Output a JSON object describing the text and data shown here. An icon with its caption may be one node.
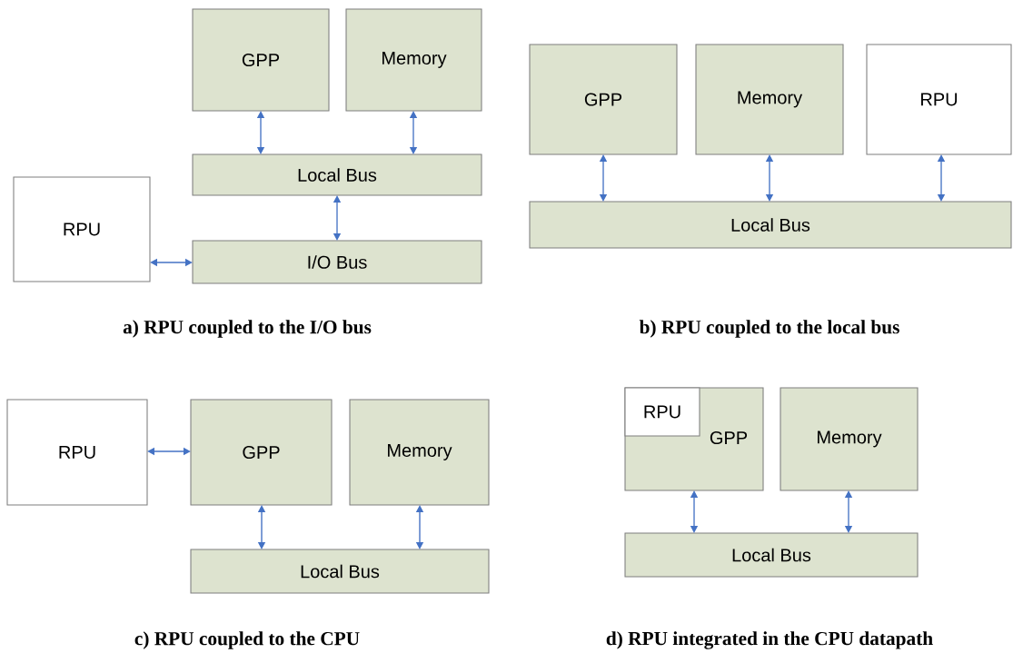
{
  "diagram": {
    "nodes": [
      {
        "text": [
          "GPP"
        ]
      },
      {
        "text": [
          "Memory"
        ]
      },
      {
        "text": [
          "Local Bus"
        ]
      },
      {
        "text": [
          "RPU"
        ]
      },
      {
        "text": [
          "I/O Bus"
        ]
      },
      {
        "text": [
          "GPP"
        ]
      },
      {
        "text": [
          "Memory"
        ]
      },
      {
        "text": [
          "RPU"
        ]
      },
      {
        "text": [
          "Local Bus"
        ]
      },
      {
        "text": [
          "RPU"
        ]
      },
      {
        "text": [
          "GPP"
        ]
      },
      {
        "text": [
          "Memory"
        ]
      },
      {
        "text": [
          "Local Bus"
        ]
      },
      {
        "text": [
          "GPP"
        ]
      },
      {
        "text": [
          "RPU"
        ],
        "in": 13
      },
      {
        "text": [
          "Memory"
        ]
      },
      {
        "text": [
          "Local Bus"
        ]
      }
    ],
    "edges": [
      {
        "from": 0,
        "to": 2,
        "arrow": "both"
      },
      {
        "from": 1,
        "to": 2,
        "arrow": "both"
      },
      {
        "from": 2,
        "to": 4,
        "arrow": "both"
      },
      {
        "from": 3,
        "to": 4,
        "arrow": "both"
      },
      {
        "from": 5,
        "to": 8,
        "arrow": "both"
      },
      {
        "from": 6,
        "to": 8,
        "arrow": "both"
      },
      {
        "from": 7,
        "to": 8,
        "arrow": "both"
      },
      {
        "from": 9,
        "to": 10,
        "arrow": "both"
      },
      {
        "from": 10,
        "to": 12,
        "arrow": "both"
      },
      {
        "from": 11,
        "to": 12,
        "arrow": "both"
      },
      {
        "from": 13,
        "to": 16,
        "arrow": "both"
      },
      {
        "from": 15,
        "to": 16,
        "arrow": "both"
      }
    ],
    "labels": [
      "a) RPU coupled to the I/O bus",
      "b) RPU coupled to the local bus",
      "c) RPU coupled to the CPU",
      "d) RPU integrated in the CPU datapath"
    ]
  }
}
